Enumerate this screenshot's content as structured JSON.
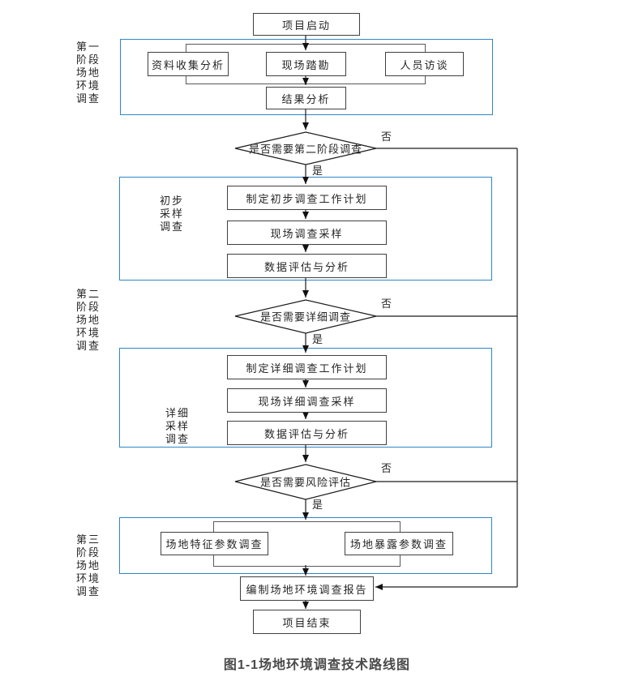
{
  "caption": "图1-1场地环境调查技术路线图",
  "colors": {
    "stage_frame": "#2f86c8",
    "node_border": "#404040",
    "group_border": "#595959",
    "line": "#1c1c1c",
    "text": "#262626"
  },
  "stage_labels": {
    "stage1": "第一\n阶段\n场地\n环境\n调查",
    "stage2": "第二\n阶段\n场地\n环境\n调查",
    "stage3": "第三\n阶段\n场地\n环境\n调查"
  },
  "group_labels": {
    "preliminary": "初步\n采样\n调查",
    "detailed": "详细\n采样\n调查"
  },
  "nodes": {
    "start": "项目启动",
    "data_collection": "资料收集分析",
    "site_reconnaissance": "现场踏勘",
    "personnel_interview": "人员访谈",
    "result_analysis": "结果分析",
    "plan_preliminary": "制定初步调查工作计划",
    "field_sampling": "现场调查采样",
    "data_evaluation_1": "数据评估与分析",
    "plan_detailed": "制定详细调查工作计划",
    "field_sampling_detailed": "现场详细调查采样",
    "data_evaluation_2": "数据评估与分析",
    "site_feature_params": "场地特征参数调查",
    "site_exposure_params": "场地暴露参数调查",
    "compile_report": "编制场地环境调查报告",
    "end": "项目结束"
  },
  "decisions": {
    "d1": "是否需要第二阶段调查",
    "d2": "是否需要详细调查",
    "d3": "是否需要风险评估"
  },
  "branch_labels": {
    "yes": "是",
    "no": "否"
  }
}
